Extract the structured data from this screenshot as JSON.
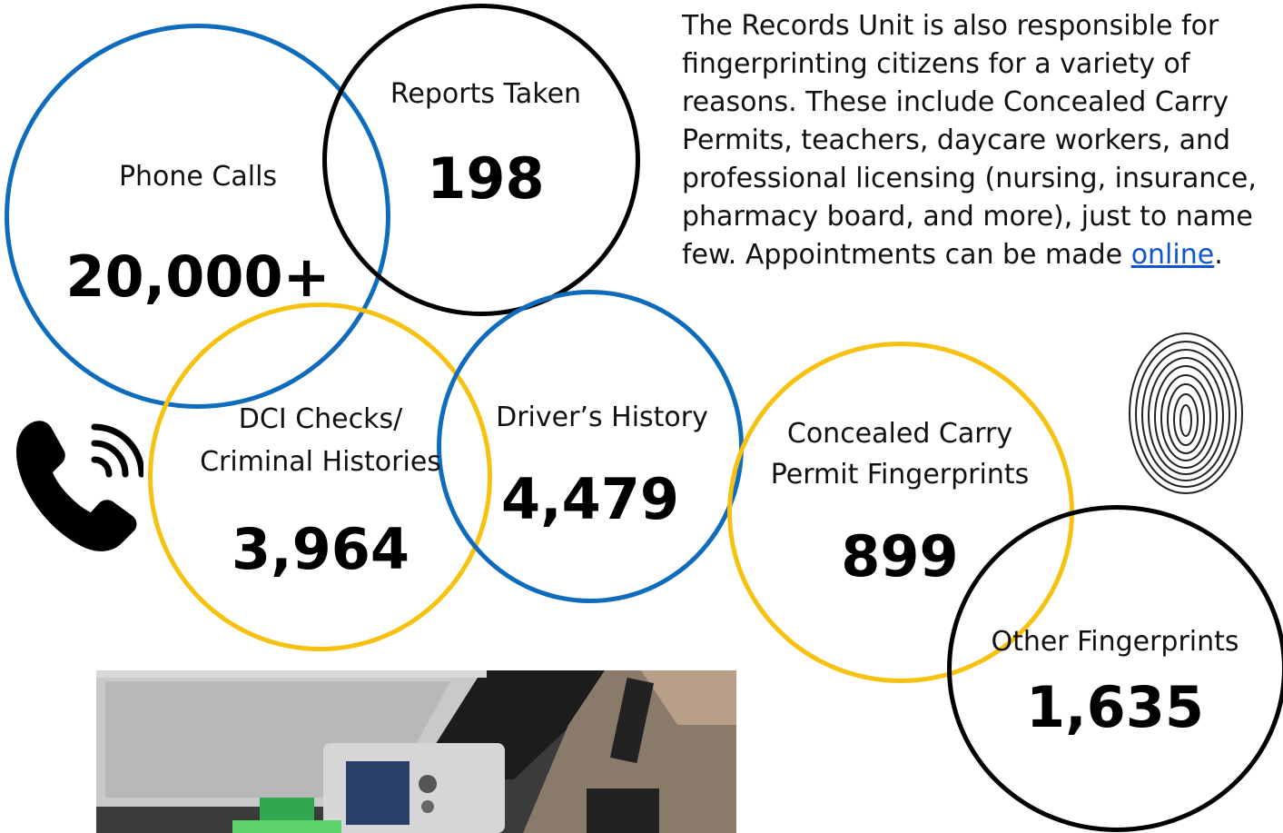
{
  "description": {
    "text_before_link": "The Records Unit is also responsible for fingerprinting citizens for a variety of reasons. These include Concealed Carry Permits, teachers, daycare workers, and professional licensing (nursing, insurance, pharmacy board, and more), just to name few. Appointments can be made ",
    "link_text": "online",
    "text_after_link": "."
  },
  "stats": {
    "phone_calls": {
      "label": "Phone Calls",
      "value": "20,000+"
    },
    "reports_taken": {
      "label": "Reports Taken",
      "value": "198"
    },
    "dci_checks": {
      "label_line1": "DCI Checks/",
      "label_line2": "Criminal Histories",
      "value": "3,964"
    },
    "drivers_history": {
      "label": "Driver’s History",
      "value": "4,479"
    },
    "concealed_carry": {
      "label_line1": "Concealed Carry",
      "label_line2": "Permit Fingerprints",
      "value": "899"
    },
    "other_fingerprints": {
      "label": "Other Fingerprints",
      "value": "1,635"
    }
  },
  "icons": {
    "phone": "phone-ringing-icon",
    "fingerprint": "fingerprint-icon"
  },
  "colors": {
    "blue": "#0F6CBD",
    "gold": "#F7C10F",
    "black": "#000000",
    "link": "#1155CC"
  }
}
